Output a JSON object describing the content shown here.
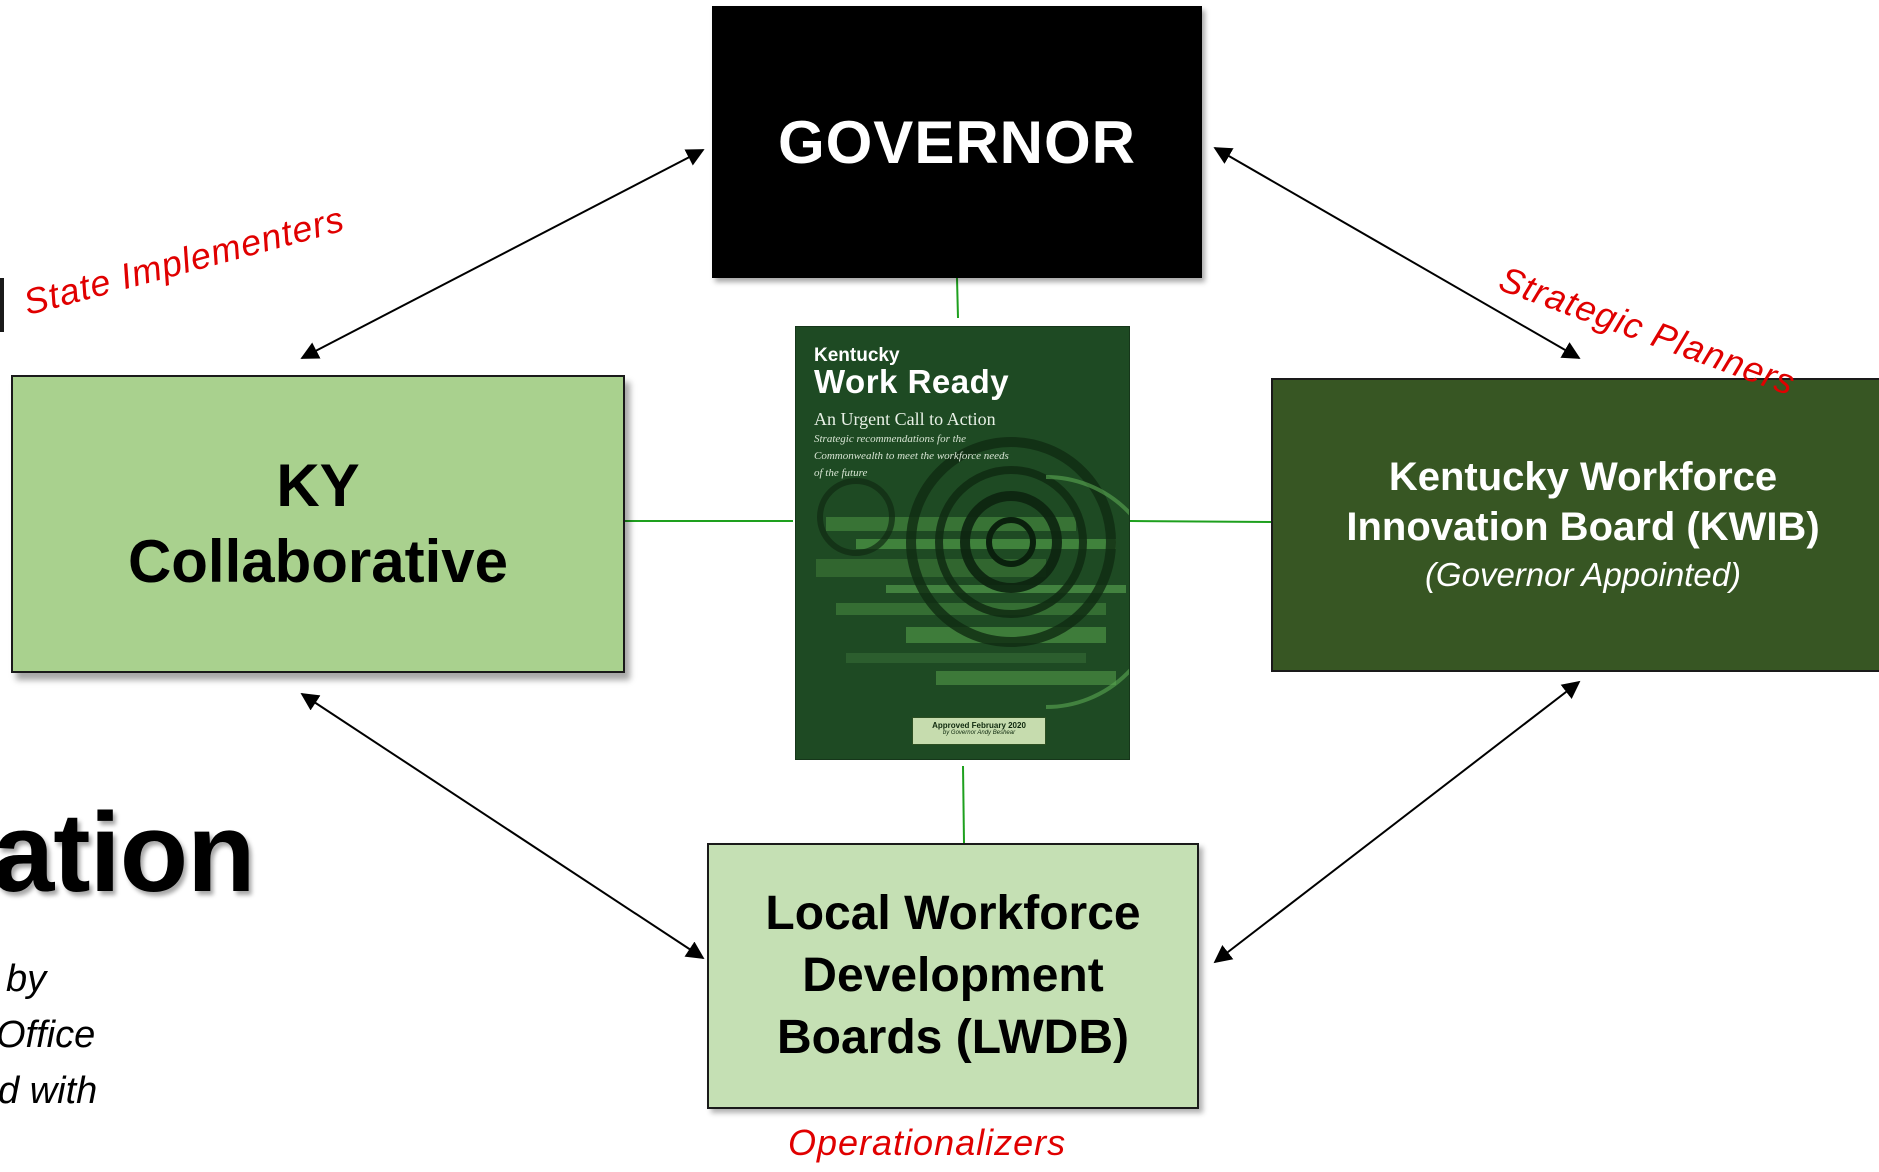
{
  "nodes": {
    "governor": "GOVERNOR",
    "ky_line1": "KY",
    "ky_line2": "Collaborative",
    "kwib_line1": "Kentucky Workforce",
    "kwib_line2": "Innovation Board (KWIB)",
    "kwib_sub": "(Governor Appointed)",
    "lwdb_line1": "Local Workforce",
    "lwdb_line2": "Development",
    "lwdb_line3": "Boards (LWDB)"
  },
  "roles": {
    "state_implementers": "State Implementers",
    "strategic_planners": "Strategic Planners",
    "operationalizers": "Operationalizers"
  },
  "report_cover": {
    "line1": "Kentucky",
    "line2": "Work Ready",
    "line3": "An Urgent Call to Action",
    "line4": "Strategic recommendations for the Commonwealth to meet the workforce needs of the future",
    "badge_line1": "Approved February 2020",
    "badge_line2": "by Governor Andy Beshear"
  },
  "left_fragments": {
    "big_word": "ation",
    "line1": "by",
    "line2": "Office",
    "line3": "d with"
  },
  "colors": {
    "ky_fill": "#a9d18e",
    "kwib_fill": "#375623",
    "lwdb_fill": "#c5e0b4",
    "role_text": "#e00000",
    "connector_green": "#1ea01e"
  }
}
